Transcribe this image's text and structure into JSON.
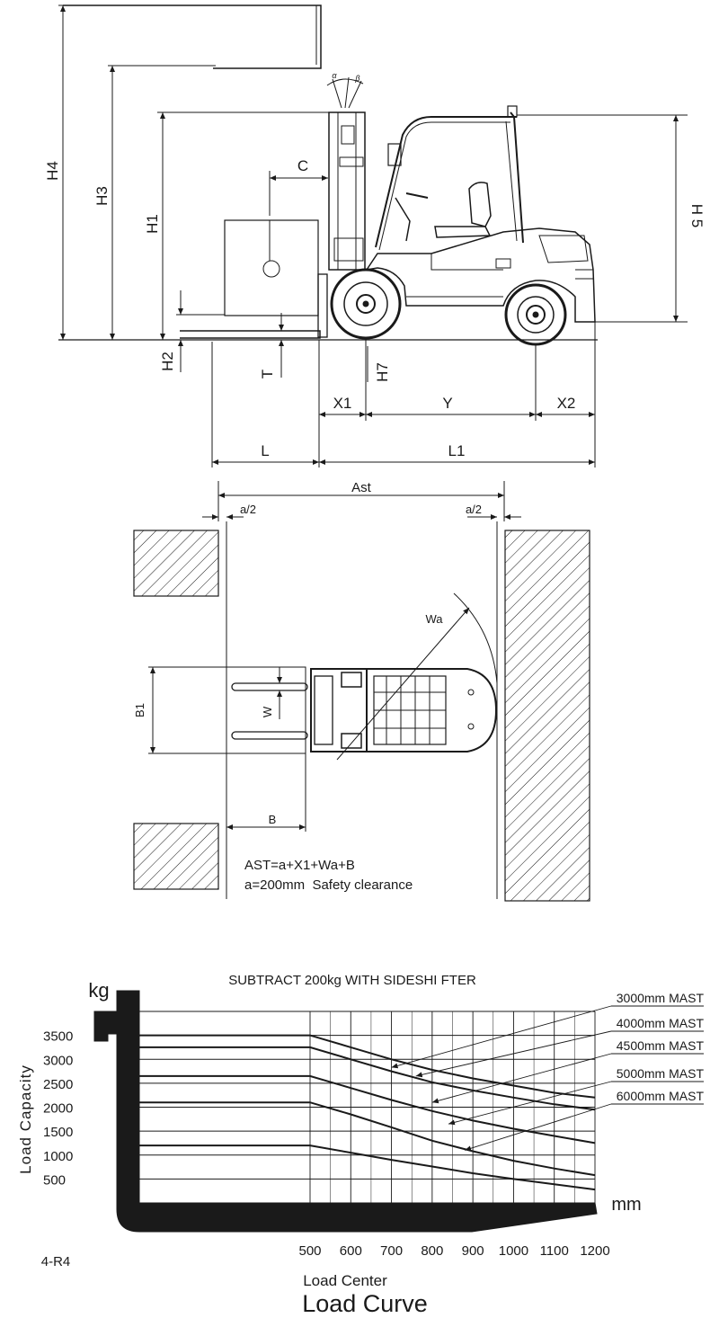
{
  "side_view": {
    "labels": {
      "h4": "H4",
      "h3": "H3",
      "h1": "H1",
      "h5": "H 5",
      "h2": "H2",
      "t": "T",
      "h7": "H7",
      "c": "C",
      "x1": "X1",
      "y": "Y",
      "x2": "X2",
      "l": "L",
      "l1": "L1",
      "alpha": "α",
      "beta": "β"
    }
  },
  "plan_view": {
    "labels": {
      "ast": "Ast",
      "a_half_left": "a/2",
      "a_half_right": "a/2",
      "wa": "Wa",
      "b1": "B1",
      "w": "W",
      "b": "B"
    },
    "formula": "AST=a+X1+Wa+B",
    "clearance_note": "a=200mm  Safety clearance"
  },
  "load_chart": {
    "note": "SUBTRACT 200kg WITH SIDESHI FTER",
    "y_unit": "kg",
    "x_unit": "mm",
    "y_axis_title": "Load Capacity",
    "x_axis_title": "Load Center",
    "chart_title": "Load Curve",
    "page_code": "4-R4"
  },
  "chart_data": {
    "type": "line",
    "title": "Load Curve",
    "note": "SUBTRACT 200kg WITH SIDESHI FTER",
    "xlabel": "Load Center",
    "ylabel": "Load Capacity",
    "x_unit": "mm",
    "y_unit": "kg",
    "x_ticks": [
      500,
      600,
      700,
      800,
      900,
      1000,
      1100,
      1200
    ],
    "y_ticks": [
      500,
      1000,
      1500,
      2000,
      2500,
      3000,
      3500
    ],
    "xlim": [
      0,
      1200
    ],
    "ylim": [
      0,
      4000
    ],
    "grid": true,
    "legend": "top-right",
    "x": [
      0,
      500,
      600,
      700,
      800,
      900,
      1000,
      1100,
      1200
    ],
    "series": [
      {
        "name": "3000mm MAST",
        "values": [
          3500,
          3500,
          3250,
          3000,
          2780,
          2600,
          2450,
          2300,
          2200
        ]
      },
      {
        "name": "4000mm MAST",
        "values": [
          3250,
          3250,
          3000,
          2750,
          2520,
          2350,
          2200,
          2060,
          1950
        ]
      },
      {
        "name": "4500mm MAST",
        "values": [
          2650,
          2650,
          2400,
          2150,
          1920,
          1720,
          1550,
          1400,
          1250
        ]
      },
      {
        "name": "5000mm MAST",
        "values": [
          2100,
          2100,
          1850,
          1580,
          1300,
          1080,
          880,
          720,
          580
        ]
      },
      {
        "name": "6000mm MAST",
        "values": [
          1200,
          1200,
          1050,
          900,
          760,
          620,
          500,
          390,
          280
        ]
      }
    ]
  }
}
